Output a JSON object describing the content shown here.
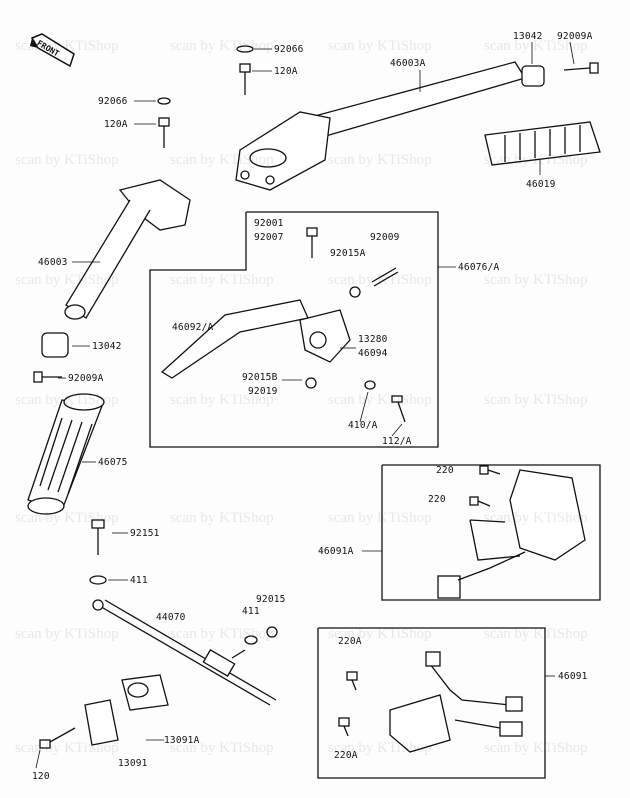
{
  "watermark": "scan by KTiShop",
  "front_label": "FRONT",
  "parts": {
    "p92066a": "92066",
    "p120Aa": "120A",
    "p46003A": "46003A",
    "p13042a": "13042",
    "p92009Aa": "92009A",
    "p46019": "46019",
    "p92066b": "92066",
    "p120Ab": "120A",
    "p46003": "46003",
    "p13042b": "13042",
    "p92009Ab": "92009A",
    "p46075": "46075",
    "p92001": "92001",
    "p92007": "92007",
    "p92009": "92009",
    "p92015A": "92015A",
    "p46076A": "46076/A",
    "p46092A": "46092/A",
    "p13280": "13280",
    "p46094": "46094",
    "p92015B": "92015B",
    "p92019": "92019",
    "p410A": "410/A",
    "p112A": "112/A",
    "p220a": "220",
    "p220b": "220",
    "p46091A": "46091A",
    "p92151": "92151",
    "p411a": "411",
    "p44070": "44070",
    "p92015": "92015",
    "p411b": "411",
    "p220Aa": "220A",
    "p46091": "46091",
    "p220Ab": "220A",
    "p13091A": "13091A",
    "p13091": "13091",
    "p120": "120"
  }
}
